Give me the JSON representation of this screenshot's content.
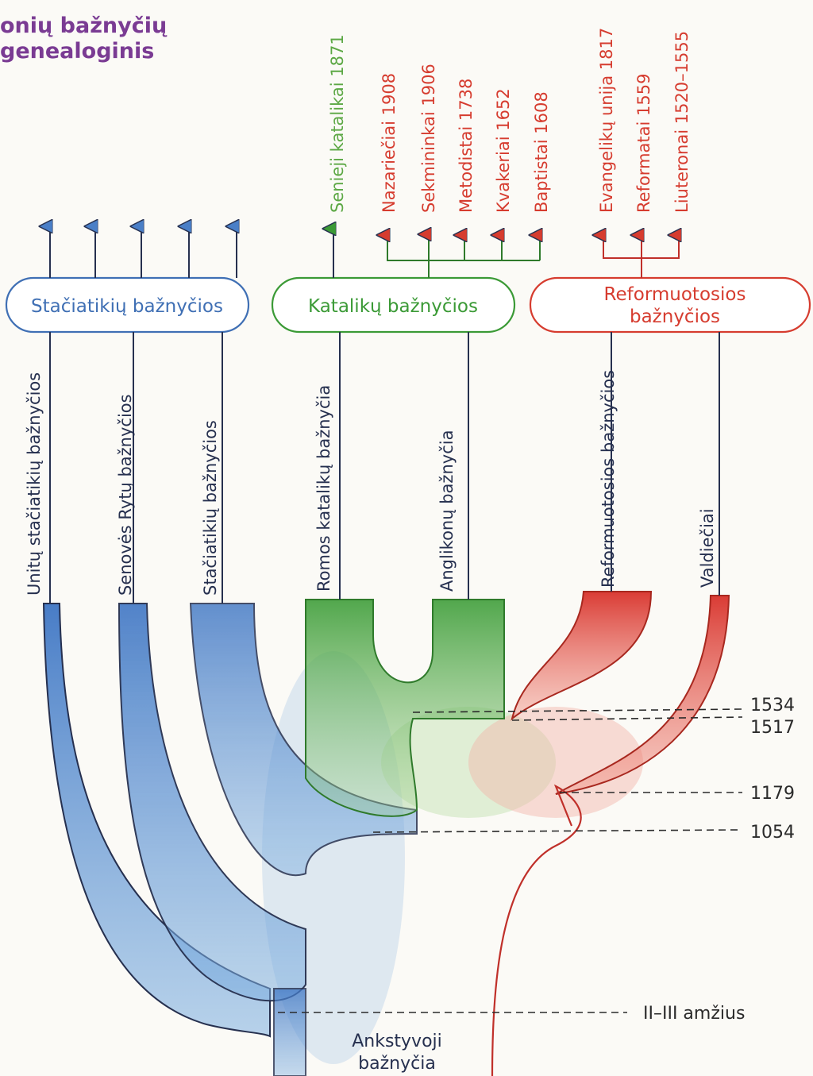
{
  "title": {
    "line1": "onių bažnyčių",
    "line2": "genealoginis"
  },
  "groups": {
    "orthodox": {
      "label": "Stačiatikių bažnyčios",
      "color": "#3f6fb4"
    },
    "catholic": {
      "label": "Katalikų bažnyčios",
      "color": "#3b9a36"
    },
    "reformed": {
      "label_line1": "Reformuotosios",
      "label_line2": "bažnyčios",
      "color": "#d63c2f"
    }
  },
  "branches": [
    {
      "key": "unitu",
      "label": "Unitų stačiatikių bažnyčios",
      "color": "#26304f"
    },
    {
      "key": "senoves",
      "label": "Senovės Rytų bažnyčios",
      "color": "#26304f"
    },
    {
      "key": "staciatikiu",
      "label": "Stačiatikių bažnyčios",
      "color": "#26304f"
    },
    {
      "key": "romos",
      "label": "Romos katalikų bažnyčia",
      "color": "#26304f"
    },
    {
      "key": "anglikonu",
      "label": "Anglikonų bažnyčia",
      "color": "#26304f"
    },
    {
      "key": "reformuotosios",
      "label": "Reformuotosios bažnyčios",
      "color": "#26304f"
    },
    {
      "key": "valdieciai",
      "label": "Valdiečiai",
      "color": "#26304f"
    }
  ],
  "denominations": [
    {
      "name": "Senieji katalikai",
      "year": "1871",
      "color": "#5da845"
    },
    {
      "name": "Nazariečiai",
      "year": "1908",
      "color": "#d63c2f"
    },
    {
      "name": "Sekmininkai",
      "year": "1906",
      "color": "#d63c2f"
    },
    {
      "name": "Metodistai",
      "year": "1738",
      "color": "#d63c2f"
    },
    {
      "name": "Kvakeriai",
      "year": "1652",
      "color": "#d63c2f"
    },
    {
      "name": "Baptistai",
      "year": "1608",
      "color": "#d63c2f"
    },
    {
      "name": "Evangelikų unija",
      "year": "1817",
      "color": "#d63c2f"
    },
    {
      "name": "Reformatai",
      "year": "1559",
      "color": "#d63c2f"
    },
    {
      "name": "Liuteronai",
      "year": "1520–1555",
      "color": "#d63c2f"
    }
  ],
  "dates": [
    "1534",
    "1517",
    "1179",
    "1054",
    "II–III amžius"
  ],
  "root": {
    "line1": "Ankstyvoji",
    "line2": "bažnyčia"
  },
  "colors": {
    "blue_fill": "#5b8fd0",
    "green_fill": "#5db04a",
    "red_fill": "#e0423a",
    "outline": "#26304f",
    "green_line": "#3b8a36",
    "red_line": "#c0302a",
    "dash": "#2a2a2a"
  }
}
